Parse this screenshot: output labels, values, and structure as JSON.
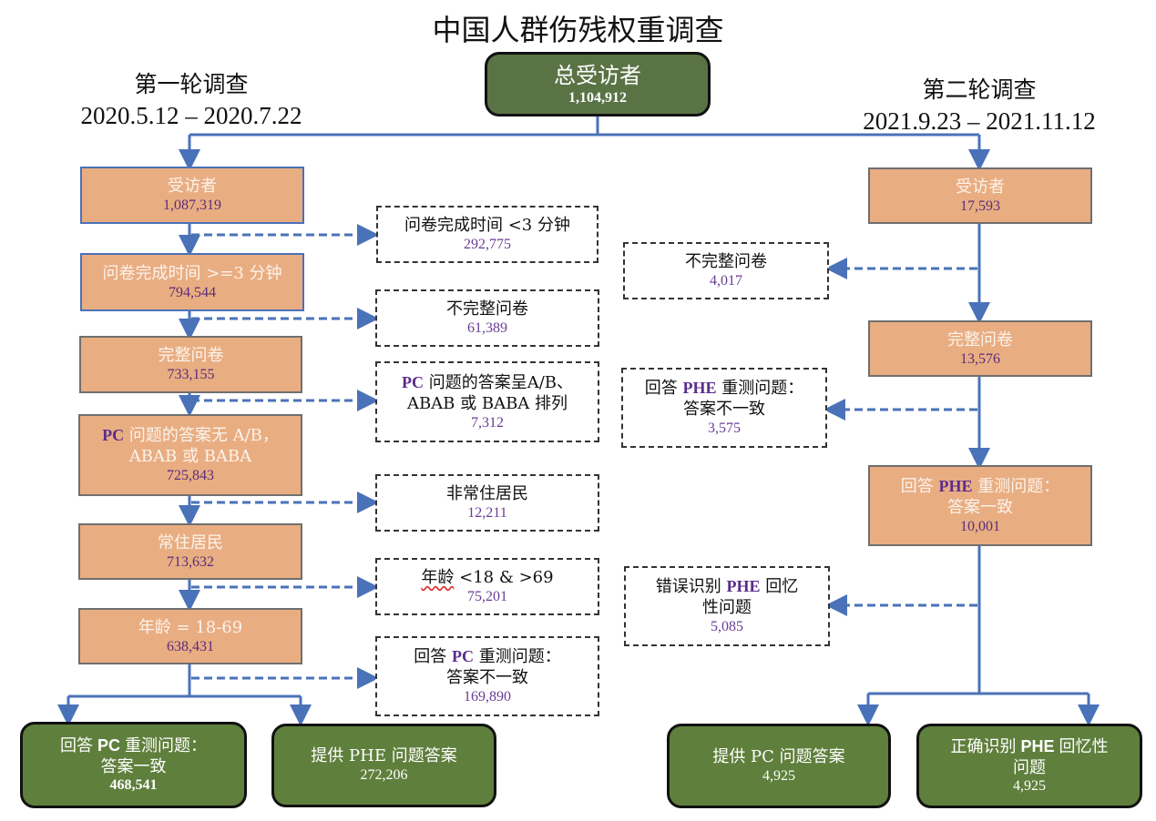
{
  "title": "中国人群伤残权重调查",
  "colors": {
    "arrow": "#4a72b8",
    "process_box": "#e9ad82",
    "result_box": "#5f7f3c",
    "count_text": "#5a2d7a",
    "keyword": "#5a2d8c"
  },
  "root": {
    "label": "总受访者",
    "count": "1,104,912"
  },
  "round1": {
    "heading": "第一轮调查",
    "dates": "2020.5.12 – 2020.7.22",
    "steps": [
      {
        "label": "受访者",
        "count": "1,087,319"
      },
      {
        "label": "问卷完成时间 >=3 分钟",
        "count": "794,544"
      },
      {
        "label": "完整问卷",
        "count": "733,155"
      },
      {
        "kw": "PC",
        "label_a": " 问题的答案无 A/B，",
        "label_b": "ABAB 或 BABA",
        "count": "725,843"
      },
      {
        "label": "常住居民",
        "count": "713,632"
      },
      {
        "label": "年龄 = 18-69",
        "count": "638,431"
      }
    ],
    "exclusions": [
      {
        "label": "问卷完成时间 <3 分钟",
        "count": "292,775"
      },
      {
        "label": "不完整问卷",
        "count": "61,389"
      },
      {
        "kw": "PC",
        "label_a": " 问题的答案呈A/B、",
        "label_b": "ABAB 或 BABA 排列",
        "count": "7,312"
      },
      {
        "label": "非常住居民",
        "count": "12,211"
      },
      {
        "label_a": "年龄",
        "label_b": " <18 & >69",
        "count": "75,201"
      },
      {
        "pre": "回答 ",
        "kw": "PC",
        "post": " 重测问题：",
        "label_b": "答案不一致",
        "count": "169,890"
      }
    ],
    "results": [
      {
        "pre": "回答 ",
        "kw": "PC",
        "post": " 重测问题：",
        "label_b": "答案一致",
        "count": "468,541"
      },
      {
        "label": "提供 PHE 问题答案",
        "count": "272,206"
      }
    ]
  },
  "round2": {
    "heading": "第二轮调查",
    "dates": "2021.9.23 – 2021.11.12",
    "steps": [
      {
        "label": "受访者",
        "count": "17,593"
      },
      {
        "label": "完整问卷",
        "count": "13,576"
      },
      {
        "pre": "回答 ",
        "kw": "PHE",
        "post": " 重测问题：",
        "label_b": "答案一致",
        "count": "10,001"
      }
    ],
    "exclusions": [
      {
        "label": "不完整问卷",
        "count": "4,017"
      },
      {
        "pre": "回答 ",
        "kw": "PHE",
        "post": " 重测问题：",
        "label_b": "答案不一致",
        "count": "3,575"
      },
      {
        "pre": "错误识别 ",
        "kw": "PHE",
        "post": " 回忆",
        "label_b": "性问题",
        "count": "5,085"
      }
    ],
    "results": [
      {
        "label": "提供 PC 问题答案",
        "count": "4,925"
      },
      {
        "pre": "正确识别 ",
        "kw": "PHE",
        "post": " 回忆性",
        "label_b": "问题",
        "count": "4,925"
      }
    ]
  }
}
